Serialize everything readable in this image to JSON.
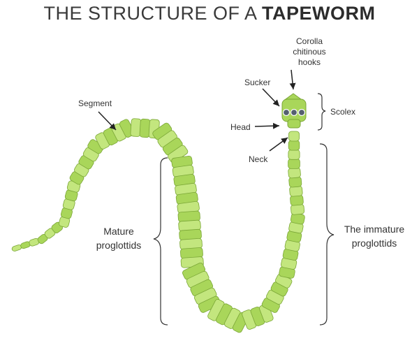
{
  "title": {
    "prefix": "THE STRUCTURE OF A ",
    "emphasis": "TAPEWORM"
  },
  "labels": {
    "corolla": [
      "Corolla",
      "chitinous",
      "hooks"
    ],
    "sucker": "Sucker",
    "scolex": "Scolex",
    "head": "Head",
    "neck": "Neck",
    "segment": "Segment",
    "mature": [
      "Mature",
      "proglottids"
    ],
    "immature": [
      "The immature",
      "proglottids"
    ]
  },
  "colors": {
    "body_fill": "#a9d65a",
    "body_light": "#c3e67e",
    "body_dark": "#84b43d",
    "outline": "#7aa636",
    "text": "#333333",
    "sucker": "#556070"
  }
}
